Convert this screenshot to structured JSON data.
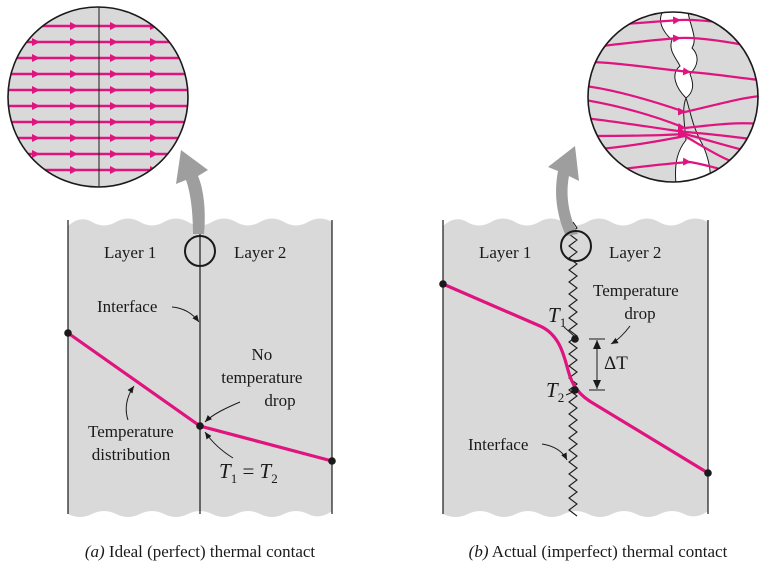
{
  "colors": {
    "panel_fill": "#d9d9d9",
    "line": "#1a1a1a",
    "temperature": "#e0147f",
    "arrow": "#9e9e9e",
    "background": "#ffffff"
  },
  "panel_a": {
    "layer1": "Layer 1",
    "layer2": "Layer 2",
    "interface": "Interface",
    "no_temp_drop": [
      "No",
      "temperature",
      "drop"
    ],
    "temperature_distribution": [
      "Temperature",
      "distribution"
    ],
    "t1_eq_t2": {
      "T": "T",
      "sub1": "1",
      "eq": " = ",
      "sub2": "2"
    },
    "caption": {
      "letter": "(a)",
      "text": " Ideal (perfect) thermal contact"
    }
  },
  "panel_b": {
    "layer1": "Layer 1",
    "layer2": "Layer 2",
    "interface": "Interface",
    "temperature_drop": [
      "Temperature",
      "drop"
    ],
    "t1": {
      "T": "T",
      "sub": "1"
    },
    "t2": {
      "T": "T",
      "sub": "2"
    },
    "delta_t": "ΔT",
    "caption": {
      "letter": "(b)",
      "text": " Actual (imperfect) thermal contact"
    }
  }
}
